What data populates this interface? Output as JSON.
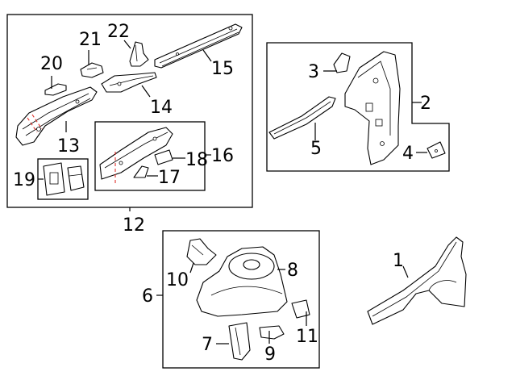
{
  "callouts": [
    {
      "id": "1",
      "label": "1"
    },
    {
      "id": "2",
      "label": "2"
    },
    {
      "id": "3",
      "label": "3"
    },
    {
      "id": "4",
      "label": "4"
    },
    {
      "id": "5",
      "label": "5"
    },
    {
      "id": "6",
      "label": "6"
    },
    {
      "id": "7",
      "label": "7"
    },
    {
      "id": "8",
      "label": "8"
    },
    {
      "id": "9",
      "label": "9"
    },
    {
      "id": "10",
      "label": "10"
    },
    {
      "id": "11",
      "label": "11"
    },
    {
      "id": "12",
      "label": "12"
    },
    {
      "id": "13",
      "label": "13"
    },
    {
      "id": "14",
      "label": "14"
    },
    {
      "id": "15",
      "label": "15"
    },
    {
      "id": "16",
      "label": "16"
    },
    {
      "id": "17",
      "label": "17"
    },
    {
      "id": "18",
      "label": "18"
    },
    {
      "id": "19",
      "label": "19"
    },
    {
      "id": "20",
      "label": "20"
    },
    {
      "id": "21",
      "label": "21"
    },
    {
      "id": "22",
      "label": "22"
    }
  ],
  "colors": {
    "line": "#000000",
    "background": "#ffffff",
    "cut_marker": "#e0302a"
  }
}
